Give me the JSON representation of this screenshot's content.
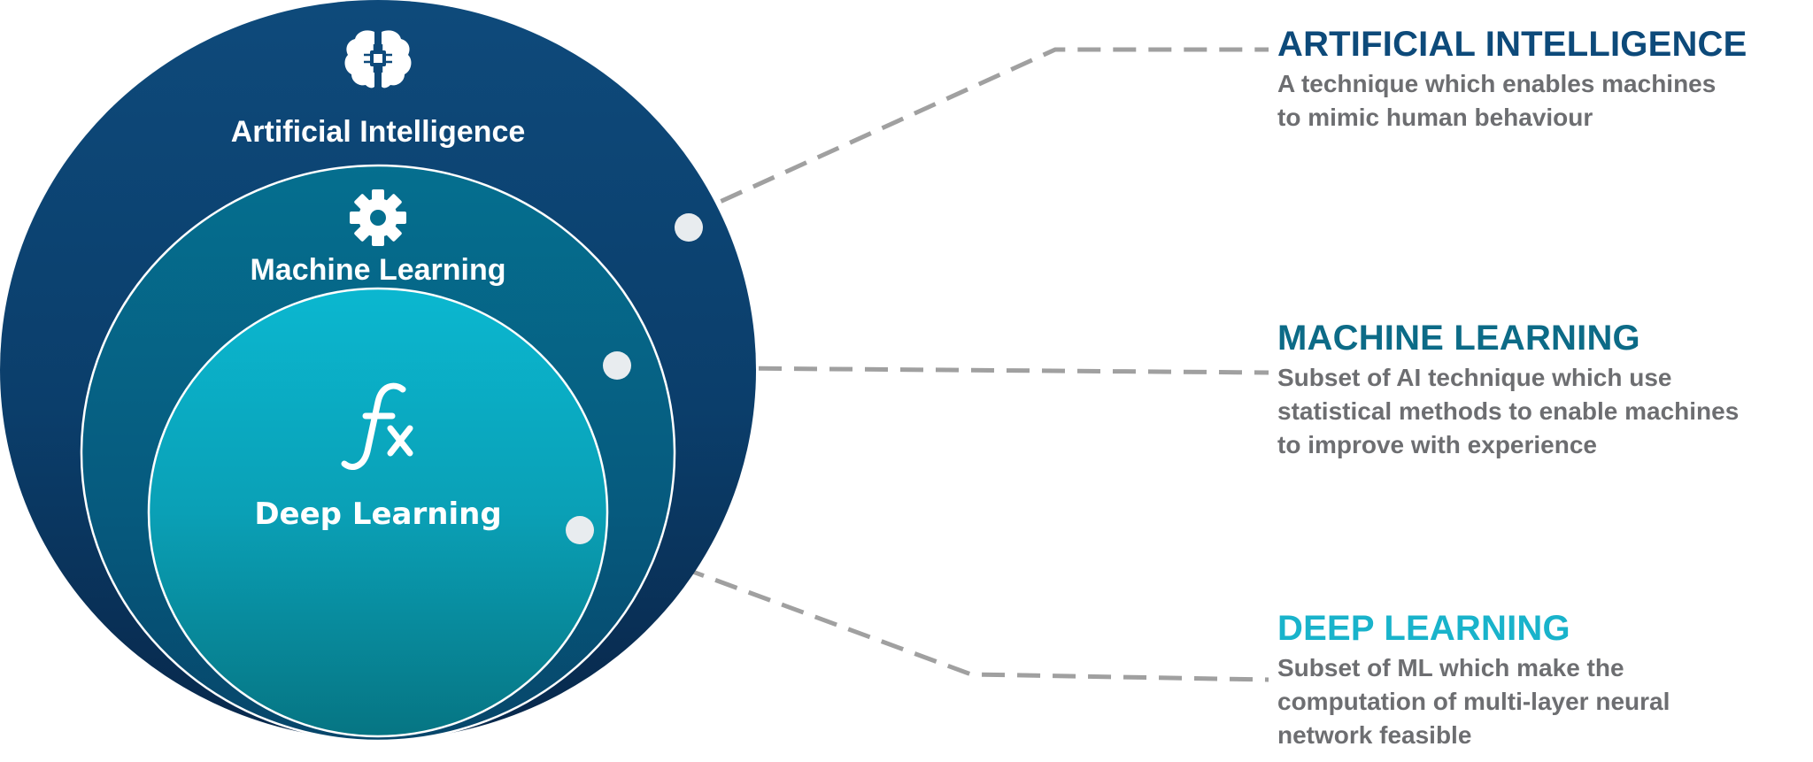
{
  "colors": {
    "ai_title": "#0d4a7a",
    "ml_title": "#0c6b87",
    "dl_title": "#19b3cb",
    "desc_text": "#6d6e71",
    "connector": "#a0a0a0",
    "dot": "#e8ecef"
  },
  "circles": {
    "ai": {
      "label": "Artificial Intelligence",
      "icon": "brain-chip-icon"
    },
    "ml": {
      "label": "Machine Learning",
      "icon": "gear-icon"
    },
    "dl": {
      "label": "Deep Learning",
      "icon": "function-fx-icon"
    }
  },
  "panels": {
    "ai": {
      "title": "ARTIFICIAL INTELLIGENCE",
      "lines": [
        "A technique which enables machines",
        "to mimic human behaviour"
      ]
    },
    "ml": {
      "title": "MACHINE LEARNING",
      "lines": [
        "Subset of AI technique which use",
        "statistical methods to enable machines",
        "to improve with experience"
      ]
    },
    "dl": {
      "title": "DEEP LEARNING",
      "lines": [
        "Subset of ML which make the",
        "computation of multi-layer neural",
        "network feasible"
      ]
    }
  }
}
